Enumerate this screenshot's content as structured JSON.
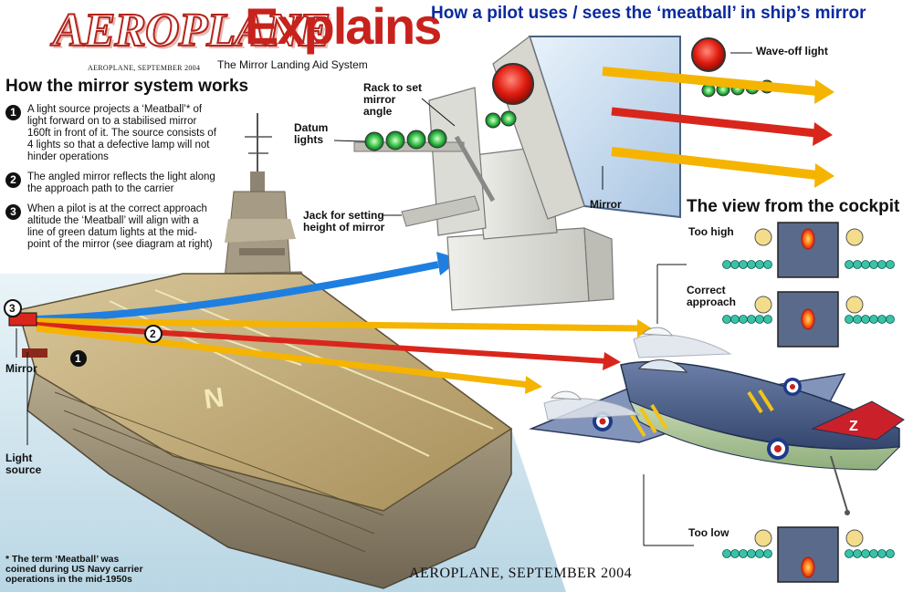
{
  "header": {
    "logo": "AEROPLANE",
    "logo_date": "AEROPLANE, SEPTEMBER 2004",
    "series_title": "Explains",
    "headline": "How a pilot uses / sees the ‘meatball’ in ship’s mirror",
    "subtitle": "The Mirror Landing Aid System"
  },
  "left_panel": {
    "heading": "How the mirror system works",
    "steps": [
      {
        "number": "1",
        "text": "A light source projects a ‘Meatball’* of light forward on to a stabilised mirror 160ft in front of it. The source consists of 4 lights so that a defective lamp will not hinder operations"
      },
      {
        "number": "2",
        "text": "The angled mirror reflects the light along the approach path to the carrier"
      },
      {
        "number": "3",
        "text": "When a pilot is at the correct approach altitude the ‘Meatball’ will align with a line of green datum lights at the mid-point of the mirror (see diagram at right)"
      }
    ],
    "footnote": "* The term ‘Meatball’ was coined during US Navy carrier operations in the mid-1950s"
  },
  "callouts": {
    "rack": "Rack to set mirror angle",
    "datum": "Datum lights",
    "jack": "Jack for setting height of mirror",
    "mirror_unit": "Mirror",
    "waveoff": "Wave-off light",
    "ship_mirror": "Mirror",
    "light_source": "Light source"
  },
  "diagram_markers": [
    "1",
    "2",
    "3"
  ],
  "deck_letter": "N",
  "tail_letter": "Z",
  "cockpit": {
    "heading": "The view from the cockpit",
    "views": [
      {
        "label": "Too high"
      },
      {
        "label": "Correct approach"
      },
      {
        "label": "Too low"
      }
    ]
  },
  "credit": "AEROPLANE, SEPTEMBER 2004",
  "colors": {
    "brand_red": "#c8221c",
    "headline_blue": "#0a2a9e",
    "datum_green": "#2bb673",
    "beam_yellow": "#f5b400",
    "beam_red": "#d9261c",
    "beam_blue": "#1e7fe0"
  }
}
